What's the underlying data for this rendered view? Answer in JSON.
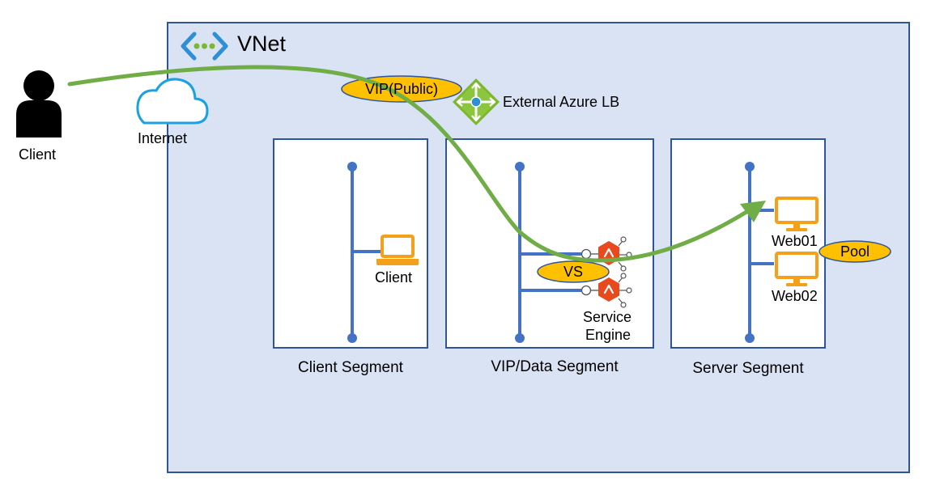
{
  "vnet": {
    "title": "VNet"
  },
  "client_external": {
    "label": "Client"
  },
  "internet": {
    "label": "Internet"
  },
  "vip_public": {
    "label": "VIP(Public)"
  },
  "azure_lb": {
    "label": "External Azure LB"
  },
  "segments": {
    "client": {
      "label": "Client Segment",
      "host_label": "Client"
    },
    "vip_data": {
      "label": "VIP/Data Segment",
      "vs_label": "VS",
      "engine_label_line1": "Service",
      "engine_label_line2": "Engine"
    },
    "server": {
      "label": "Server Segment",
      "web01": "Web01",
      "web02": "Web02",
      "pool_label": "Pool"
    }
  },
  "colors": {
    "vnet_fill": "#dae3f3",
    "vnet_border": "#2f5597",
    "bus": "#4472c4",
    "flow": "#70ad47",
    "oval_fill": "#ffc000",
    "device": "#f5a01a",
    "engine": "#e8491d",
    "cloud": "#1ba1e2",
    "lb": "#7cb82f"
  }
}
